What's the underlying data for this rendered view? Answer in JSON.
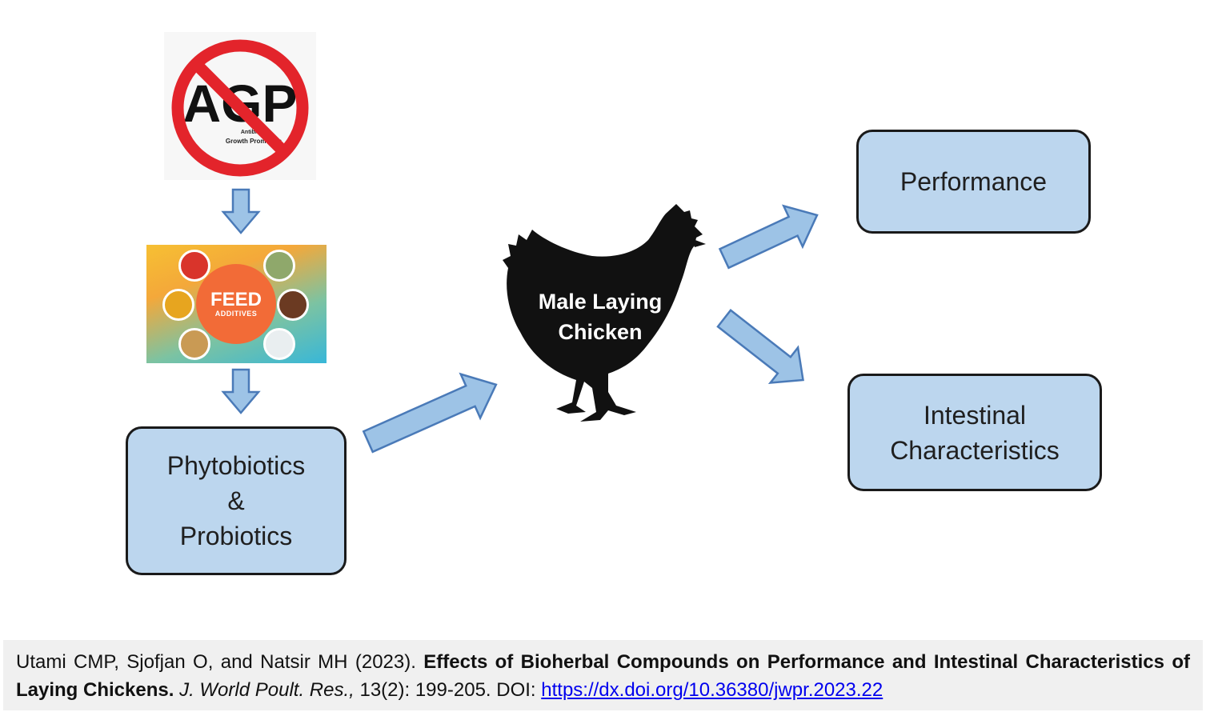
{
  "agp": {
    "letters": "AGP",
    "subtitle_line1": "Antibiotic",
    "subtitle_line2": "Growth Promoters"
  },
  "feed": {
    "title": "FEED",
    "subtitle": "ADDITIVES"
  },
  "boxes": {
    "phyto_line1": "Phytobiotics",
    "phyto_line2": "&",
    "phyto_line3": "Probiotics",
    "performance": "Performance",
    "intestinal_line1": "Intestinal",
    "intestinal_line2": "Characteristics"
  },
  "chicken": {
    "line1": "Male Laying",
    "line2": "Chicken"
  },
  "citation": {
    "authors": "Utami CMP, Sjofjan O, and Natsir MH (2023).",
    "title": "Effects of Bioherbal Compounds on Performance and Intestinal Characteristics of Laying Chickens.",
    "journal": "J. World Poult. Res.,",
    "volume": "13(2): 199-205. DOI:",
    "doi": "https://dx.doi.org/10.36380/jwpr.2023.22"
  },
  "colors": {
    "box_fill": "#bcd6ee",
    "arrow_fill": "#9dc3e6",
    "arrow_stroke": "#4a7ab8",
    "ban_red": "#e3242b"
  }
}
